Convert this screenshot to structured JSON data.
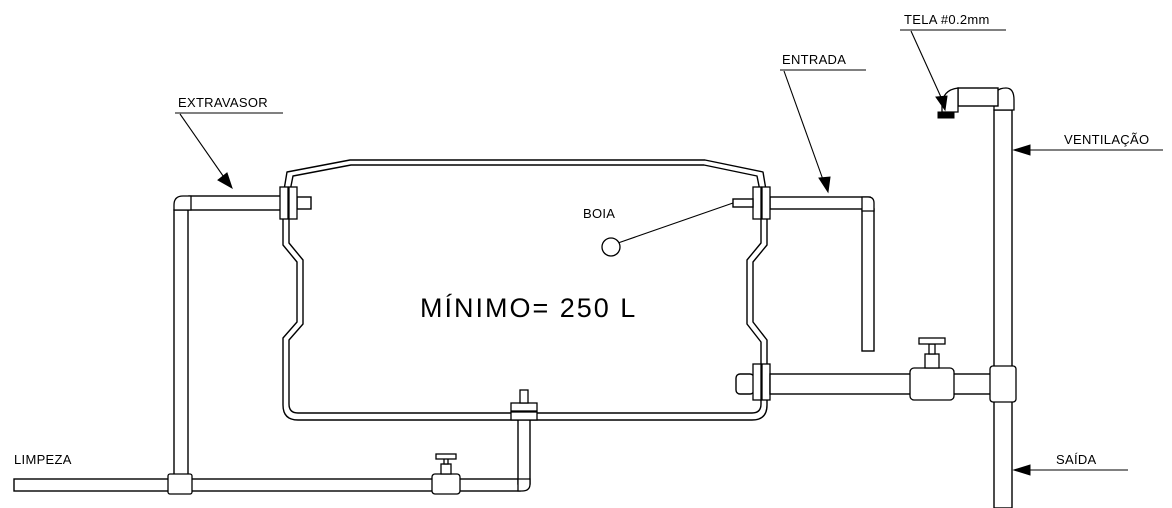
{
  "labels": {
    "tela": "TELA  #0.2mm",
    "entrada": "ENTRADA",
    "extravasor": "EXTRAVASOR",
    "ventilacao": "VENTILAÇÃO",
    "boia": "BOIA",
    "minimo": "MÍNIMO=  250  L",
    "limpeza": "LIMPEZA",
    "saida": "SAÍDA"
  },
  "colors": {
    "line": "#000000",
    "background": "#ffffff"
  }
}
